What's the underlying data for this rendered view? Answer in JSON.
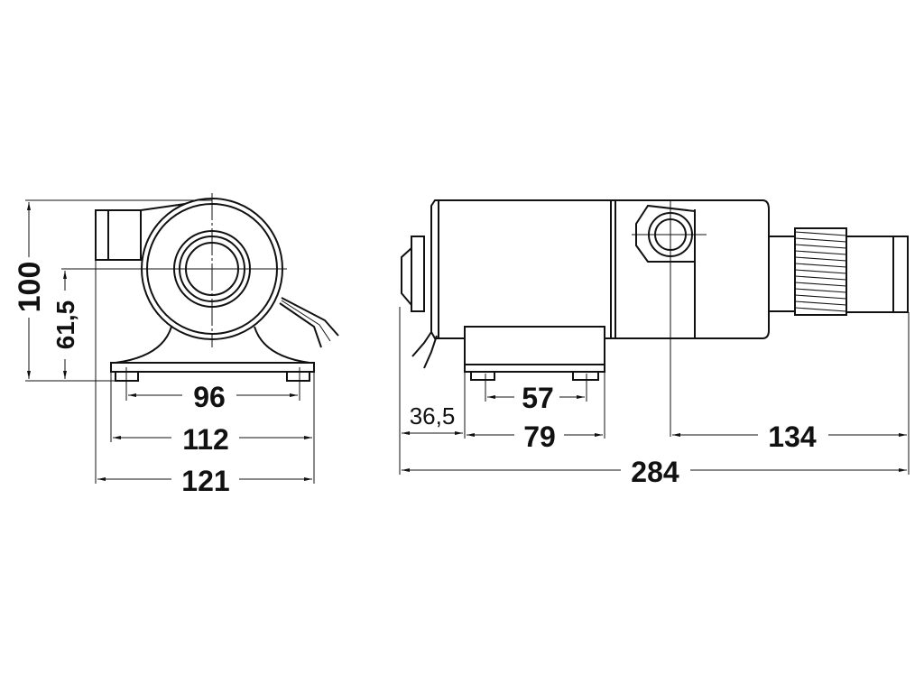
{
  "drawing": {
    "front_view": {
      "dimensions": {
        "height": "100",
        "axis_height": "61,5",
        "foot_spacing": "96",
        "base_width": "112",
        "overall_width": "121"
      }
    },
    "side_view": {
      "dimensions": {
        "front_offset": "36,5",
        "mount_spacing": "57",
        "mount_length": "79",
        "port_to_end": "134",
        "overall_length": "284"
      }
    },
    "colors": {
      "line": "#111111",
      "background": "#ffffff"
    }
  }
}
